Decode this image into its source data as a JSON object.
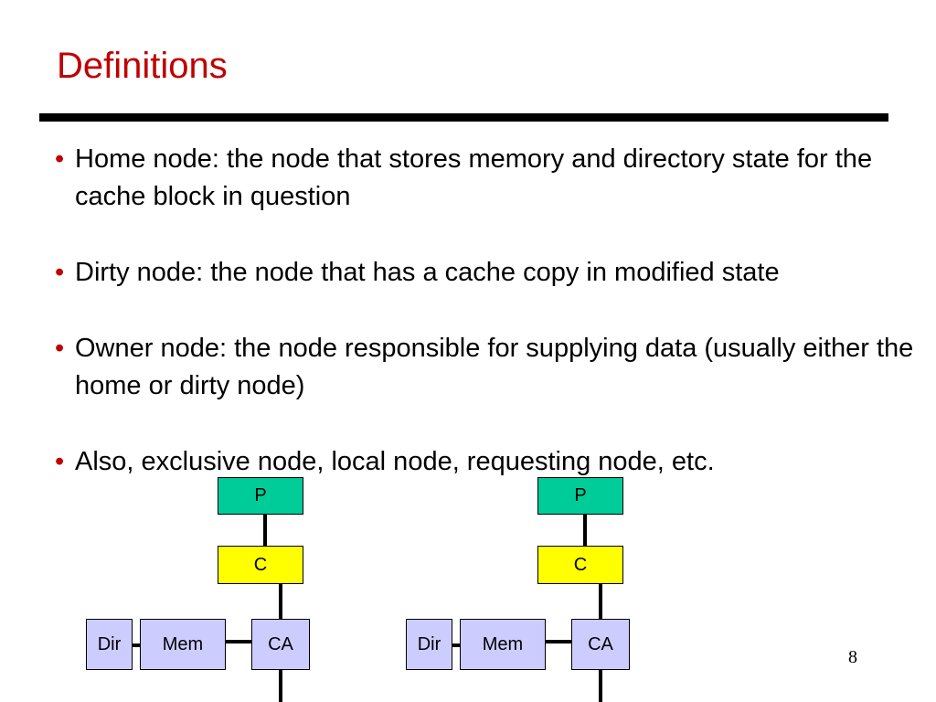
{
  "slide": {
    "title": "Definitions",
    "bullet_marker": "•",
    "bullets": [
      "Home node: the node that stores memory and directory state for the cache block in question",
      "Dirty node: the node that has a cache copy in modified state",
      "Owner node: the node responsible for supplying data (usually either the home or dirty node)",
      "Also, exclusive node, local node, requesting node, etc."
    ],
    "page_number": "8"
  },
  "diagram": {
    "nodes": [
      {
        "processor": "P",
        "cache": "C",
        "directory": "Dir",
        "memory": "Mem",
        "comm_assist": "CA"
      },
      {
        "processor": "P",
        "cache": "C",
        "directory": "Dir",
        "memory": "Mem",
        "comm_assist": "CA"
      }
    ],
    "colors": {
      "processor": "#00cc99",
      "cache": "#ffff00",
      "node_parts": "#ccccff",
      "title": "#c00000"
    }
  }
}
